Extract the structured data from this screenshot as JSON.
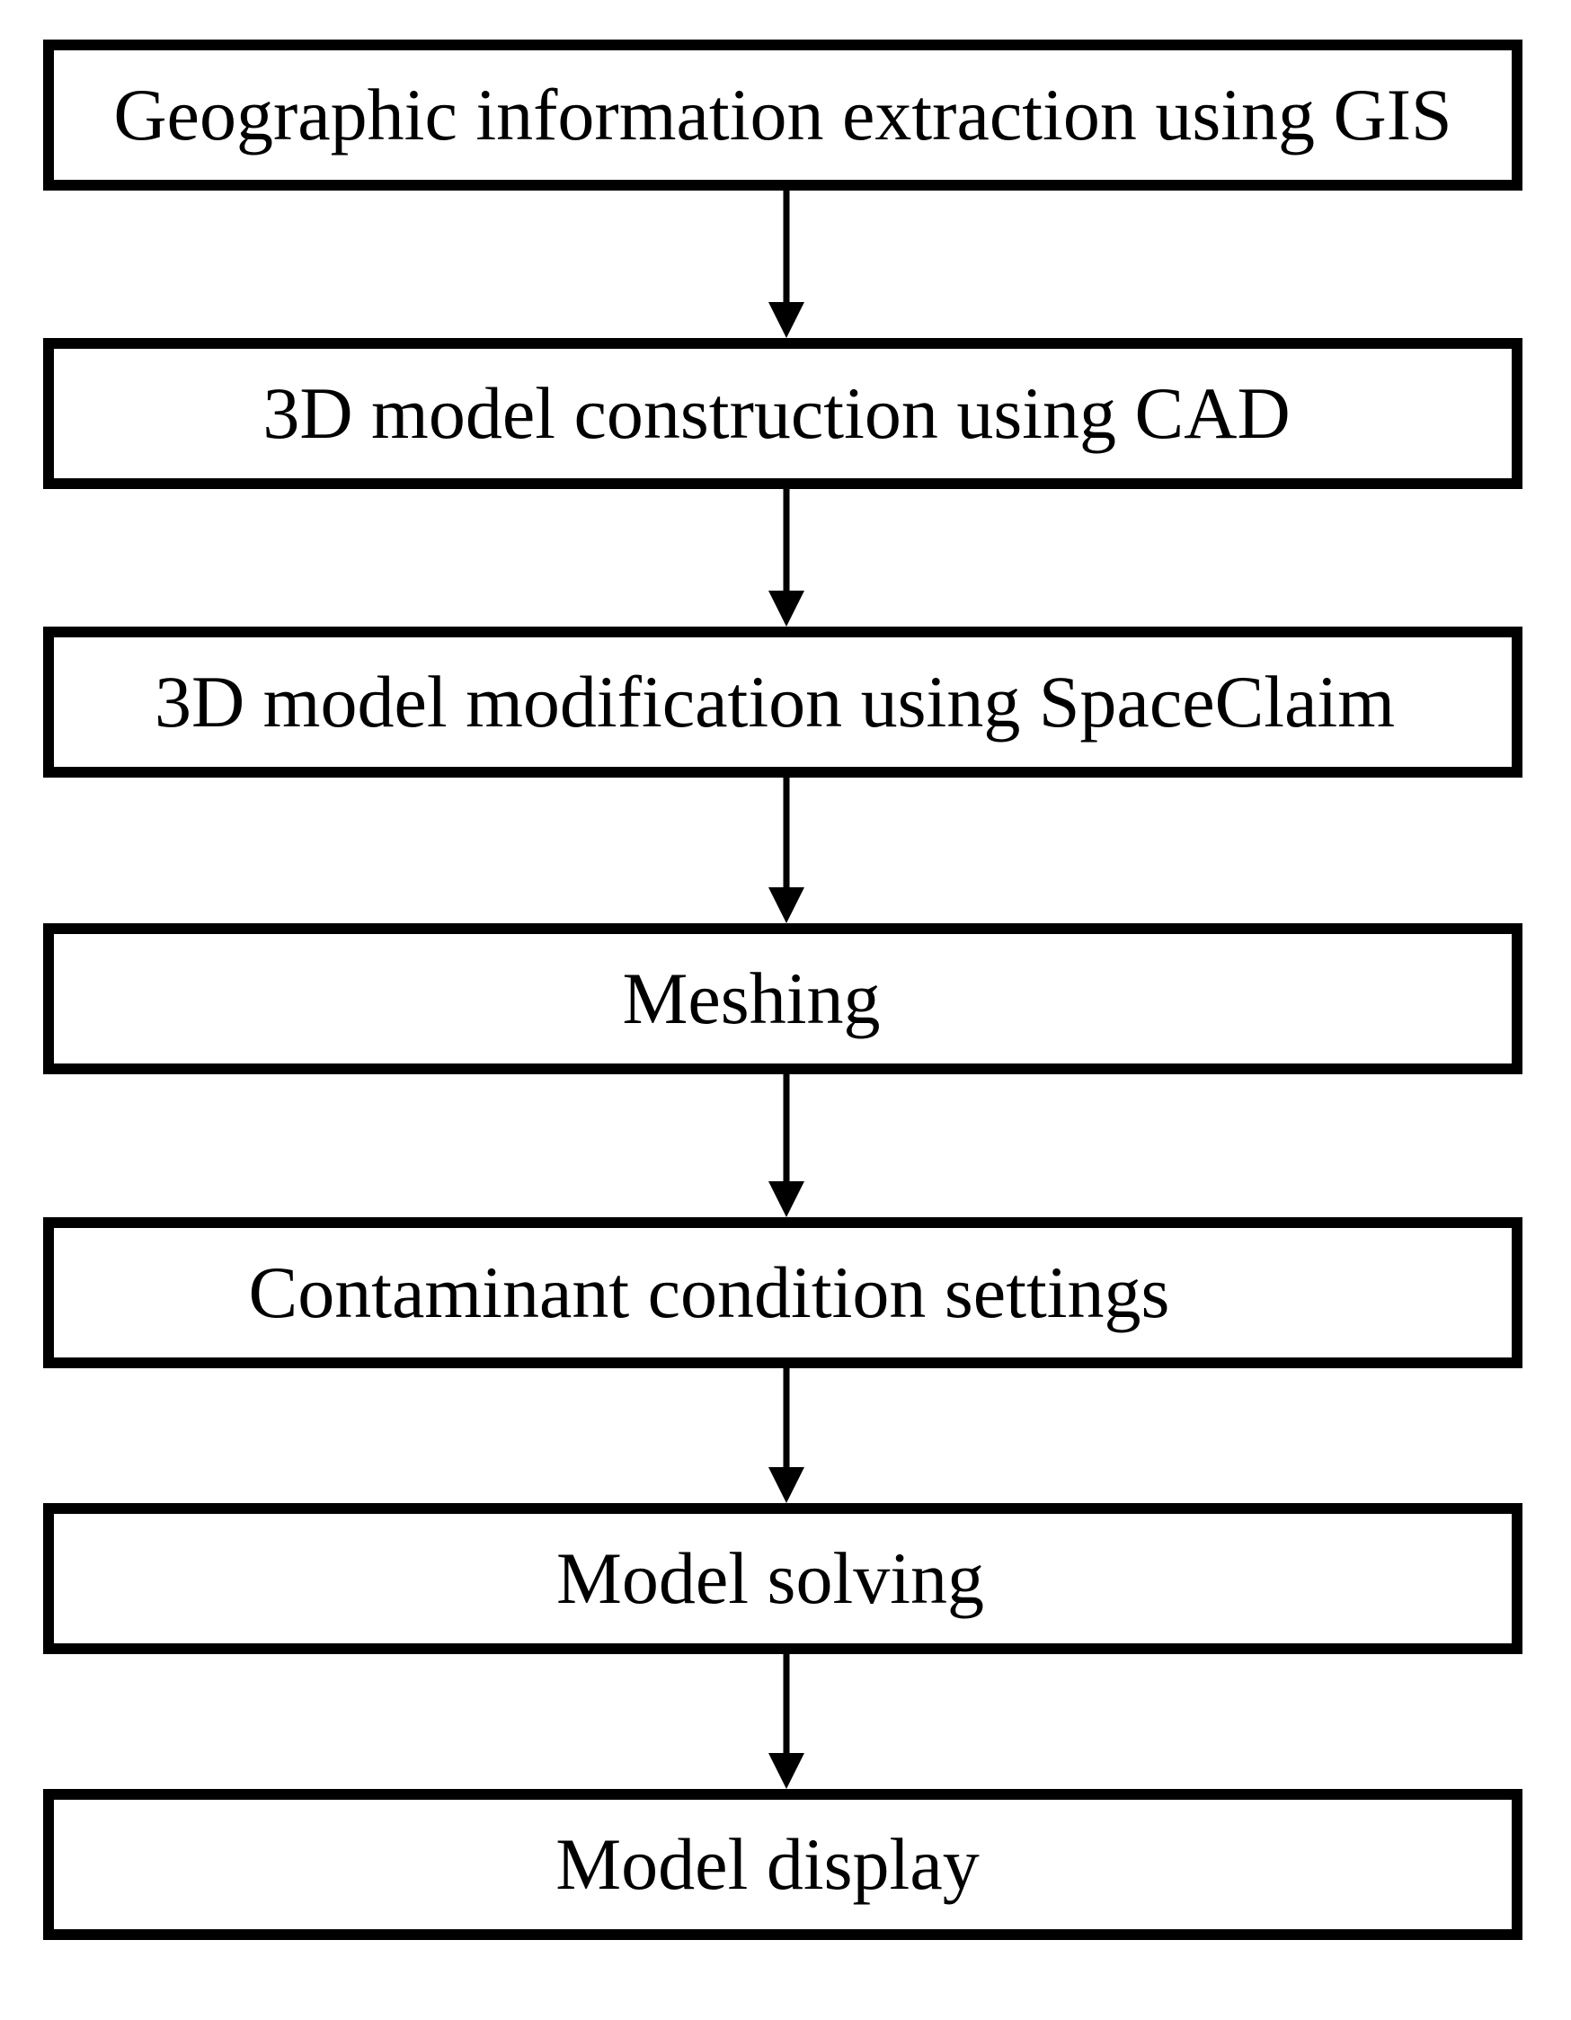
{
  "diagram": {
    "type": "flowchart",
    "direction": "top-to-bottom",
    "steps": [
      {
        "label": "Geographic information extraction using GIS"
      },
      {
        "label": "3D model construction using CAD"
      },
      {
        "label": "3D model modification using SpaceClaim"
      },
      {
        "label": "Meshing"
      },
      {
        "label": "Contaminant condition settings"
      },
      {
        "label": "Model solving"
      },
      {
        "label": "Model display"
      }
    ],
    "connections": [
      {
        "from": 0,
        "to": 1
      },
      {
        "from": 1,
        "to": 2
      },
      {
        "from": 2,
        "to": 3
      },
      {
        "from": 3,
        "to": 4
      },
      {
        "from": 4,
        "to": 5
      },
      {
        "from": 5,
        "to": 6
      }
    ],
    "colors": {
      "stroke": "#000000",
      "background": "#ffffff",
      "text": "#000000"
    }
  }
}
